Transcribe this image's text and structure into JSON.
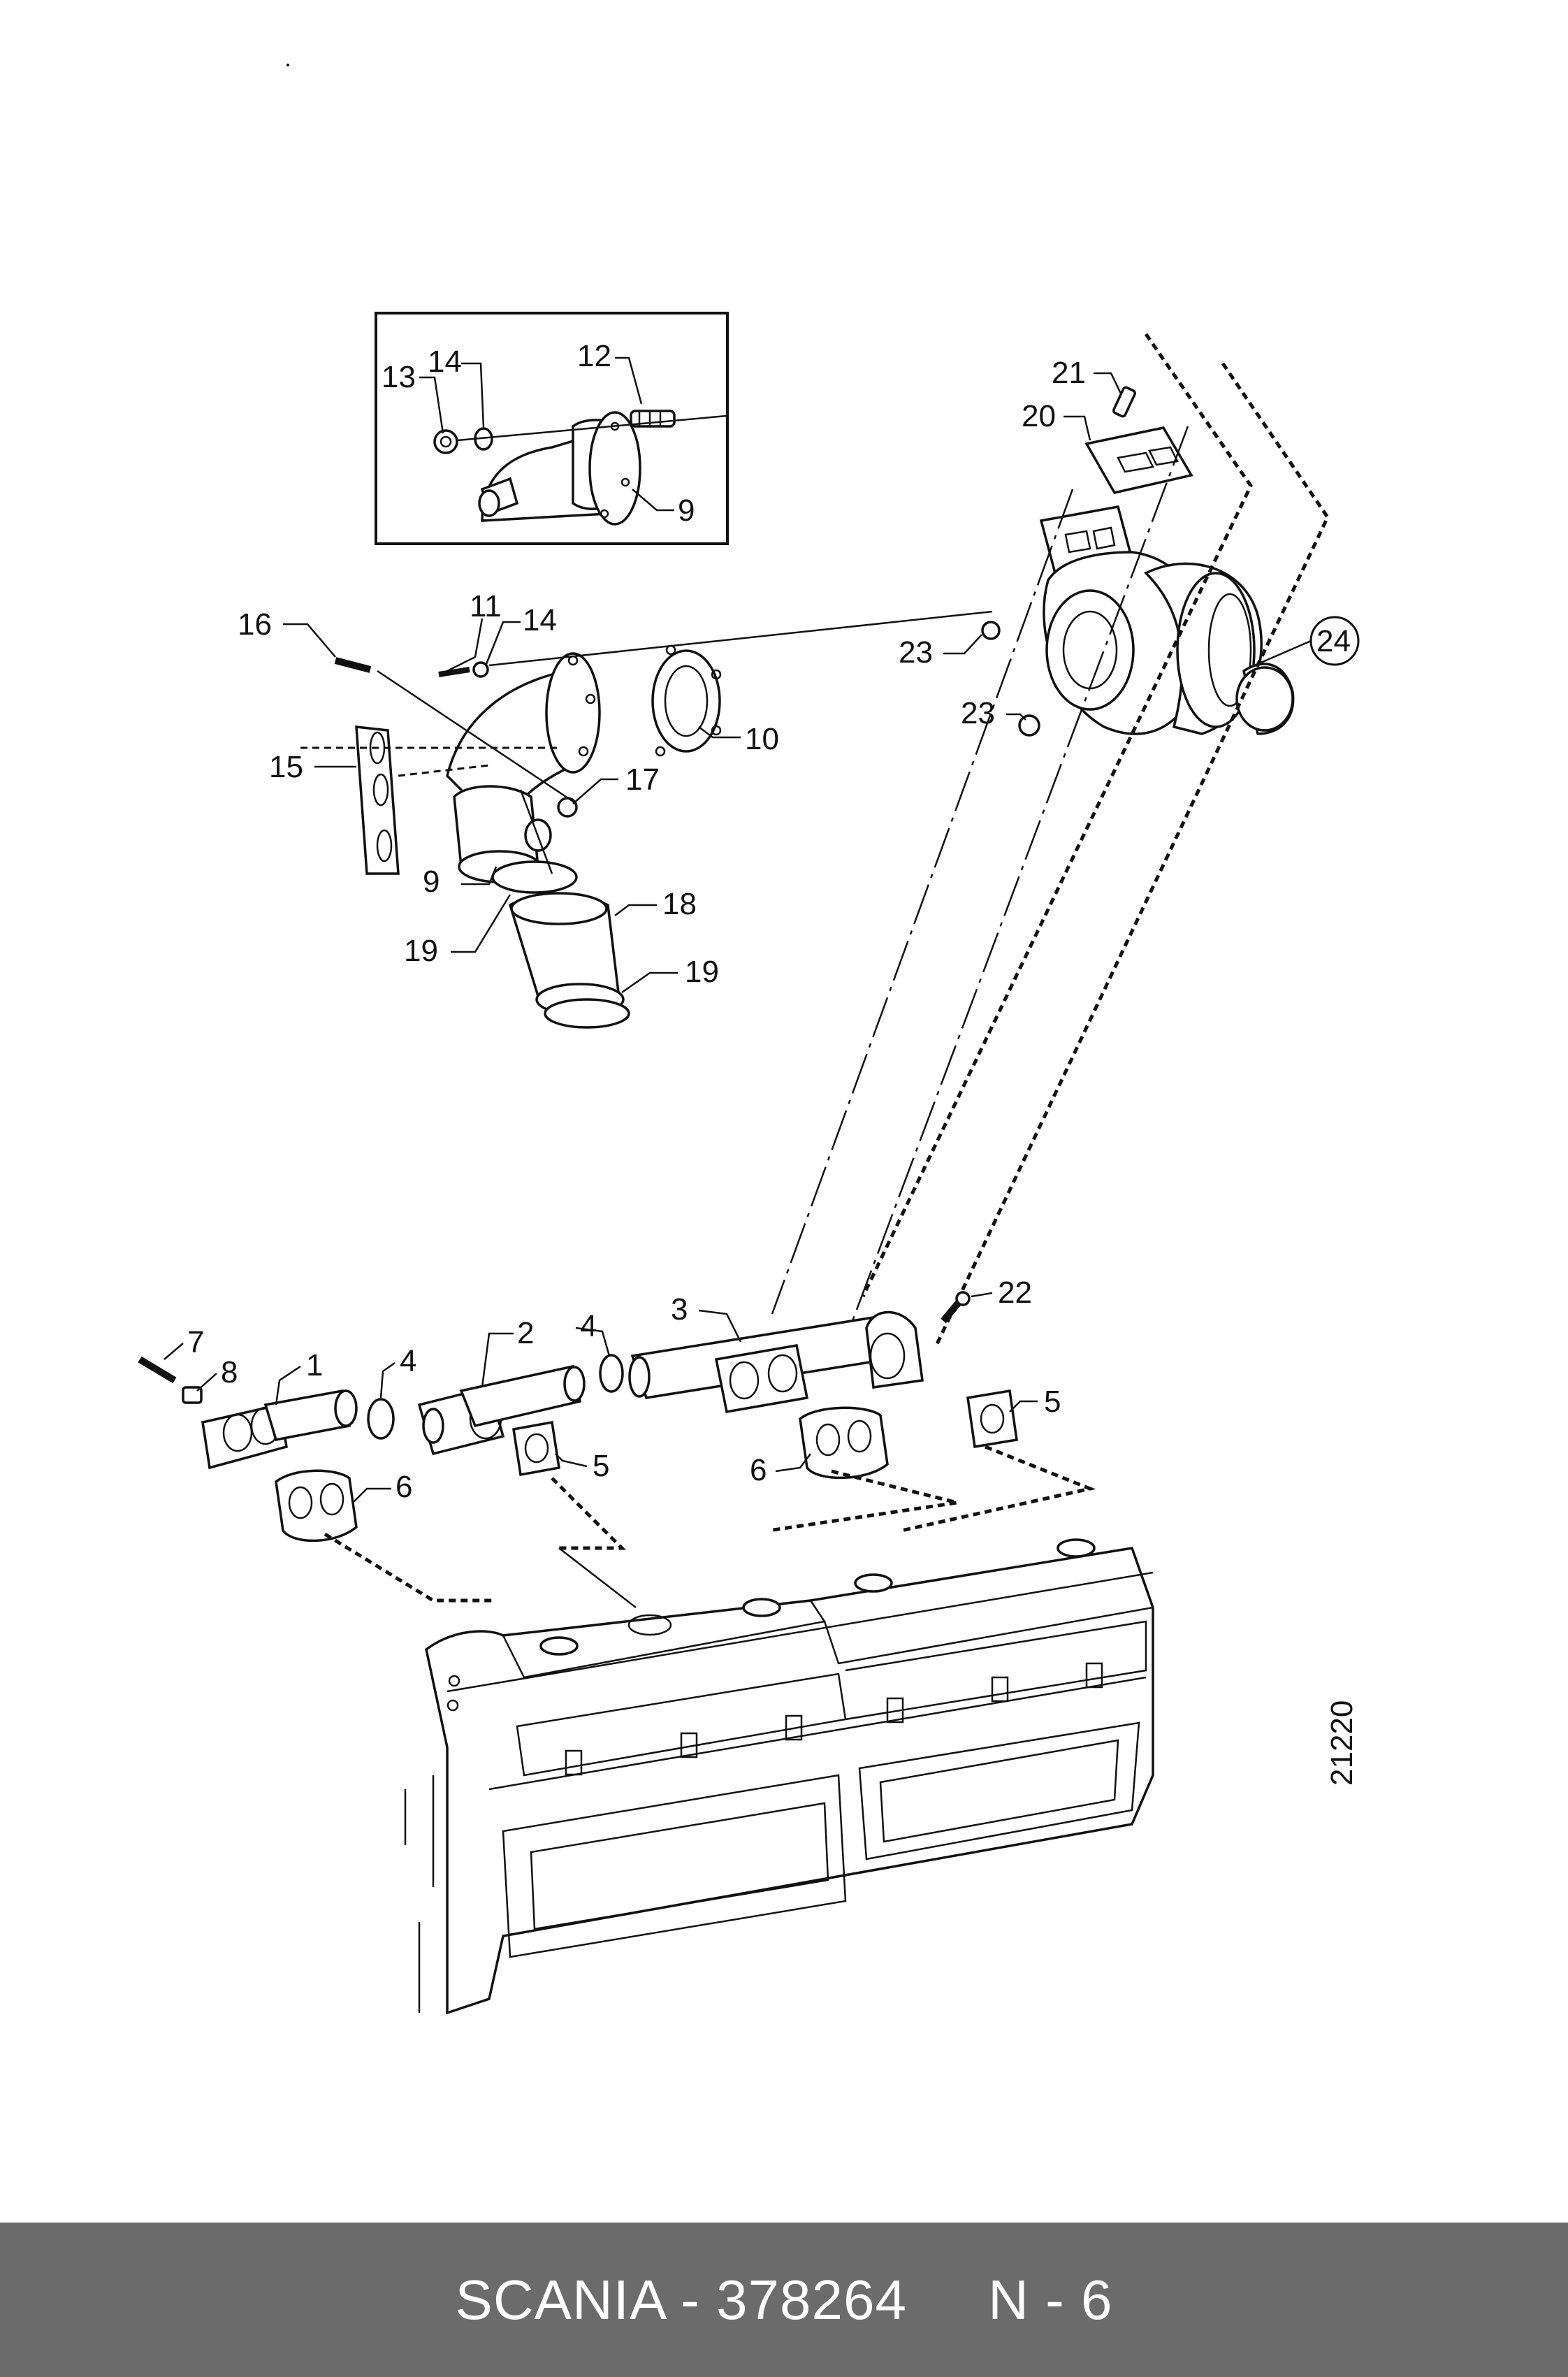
{
  "diagram": {
    "drawing_number": "21220",
    "callouts": [
      "1",
      "2",
      "3",
      "4",
      "4",
      "5",
      "5",
      "6",
      "6",
      "7",
      "8",
      "9",
      "9",
      "10",
      "11",
      "12",
      "13",
      "14",
      "14",
      "15",
      "16",
      "17",
      "18",
      "19",
      "19",
      "20",
      "21",
      "22",
      "23",
      "23",
      "24"
    ]
  },
  "footer": {
    "brand": "SCANIA",
    "part_number": "378264",
    "page": "N - 6",
    "text": "SCANIA - 378264     N - 6",
    "background": "#6b6b6b"
  }
}
